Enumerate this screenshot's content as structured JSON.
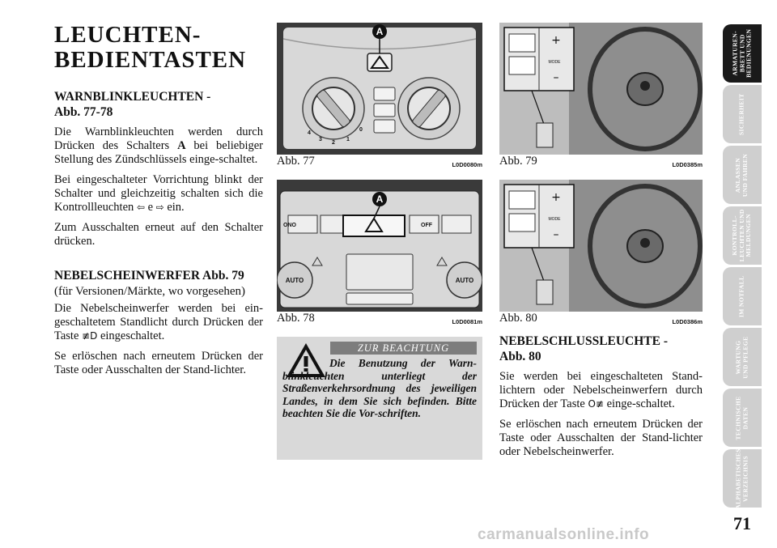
{
  "column1": {
    "title": "LEUCHTEN-\nBEDIENTASTEN",
    "section1_heading": "WARNBLINKLEUCHTEN -\nAbb. 77-78",
    "section1_p1_a": "Die Warnblinkleuchten werden durch Drücken des Schalters ",
    "section1_p1_bold": "A",
    "section1_p1_b": " bei beliebiger Stellung des Zündschlüssels einge-schaltet.",
    "section1_p2_a": "Bei eingeschalteter Vorrichtung blinkt der Schalter und gleichzeitig schalten sich die Kontrollleuchten ",
    "section1_p2_mid": " e ",
    "section1_p2_b": " ein.",
    "section1_p3": "Zum Ausschalten erneut auf den Schalter drücken.",
    "section2_heading": "NEBELSCHEINWERFER Abb. 79",
    "section2_sub": "(für Versionen/Märkte, wo vorgesehen)",
    "section2_p1_a": "Die Nebelscheinwerfer werden bei ein-geschaltetem Standlicht durch Drücken der Taste ",
    "section2_p1_b": " eingeschaltet.",
    "section2_p2": "Se erlöschen nach erneutem Drücken der Taste oder Ausschalten der Stand-lichter."
  },
  "figures": {
    "fig77": {
      "label": "Abb. 77",
      "code": "L0D0080m",
      "marker": "A"
    },
    "fig78": {
      "label": "Abb. 78",
      "code": "L0D0081m",
      "marker": "A"
    },
    "fig79": {
      "label": "Abb. 79",
      "code": "L0D0385m"
    },
    "fig80": {
      "label": "Abb. 80",
      "code": "L0D0386m"
    }
  },
  "fig_labels": {
    "mode": "MODE",
    "auto": "AUTO",
    "off": "OFF",
    "ono": "ONO",
    "dial_nums": [
      "4",
      "3",
      "2",
      "1",
      "0"
    ]
  },
  "warning": {
    "title": "ZUR BEACHTUNG",
    "text": "Die Benutzung der Warn-blinkleuchten unterliegt der Straßenverkehrsordnung des jeweiligen Landes, in dem Sie sich befinden. Bitte beachten Sie die Vor-schriften."
  },
  "column3": {
    "section3_heading": "NEBELSCHLUSSLEUCHTE -\nAbb. 80",
    "section3_p1_a": "Sie werden bei eingeschalteten Stand-lichtern oder Nebelscheinwerfern durch Drücken der Taste ",
    "section3_p1_b": " einge-schaltet.",
    "section3_p2": "Se erlöschen nach erneutem Drücken der Taste oder Ausschalten der Stand-lichter oder Nebelscheinwerfer."
  },
  "sidetabs": [
    {
      "label": "ARMATUREN-\nBRETT UND\nBEDIENUNGEN",
      "active": true
    },
    {
      "label": "SICHERHEIT",
      "active": false
    },
    {
      "label": "ANLASSEN\nUND FAHREN",
      "active": false
    },
    {
      "label": "KONTROLL-\nLEUCHTEN UND\nMELDUNGEN",
      "active": false
    },
    {
      "label": "IM NOTFALL",
      "active": false
    },
    {
      "label": "WARTUNG\nUND PFLEGE",
      "active": false
    },
    {
      "label": "TECHNISCHE\nDATEN",
      "active": false
    },
    {
      "label": "ALPHABETISCHES\nVERZEICHNIS",
      "active": false
    }
  ],
  "page_number": "71",
  "watermark": "carmanualsonline.info",
  "colors": {
    "tab_active": "#1a1a1a",
    "tab_inactive": "#cfcfcf",
    "figure_bg": "#444444",
    "warning_bg": "#d9d9d9",
    "warning_bar": "#7d7d7d"
  },
  "icons": {
    "hazard": "arrow-icons",
    "front_fog": "front-fog-icon",
    "rear_fog": "rear-fog-icon",
    "warning": "warning-triangle-icon"
  }
}
